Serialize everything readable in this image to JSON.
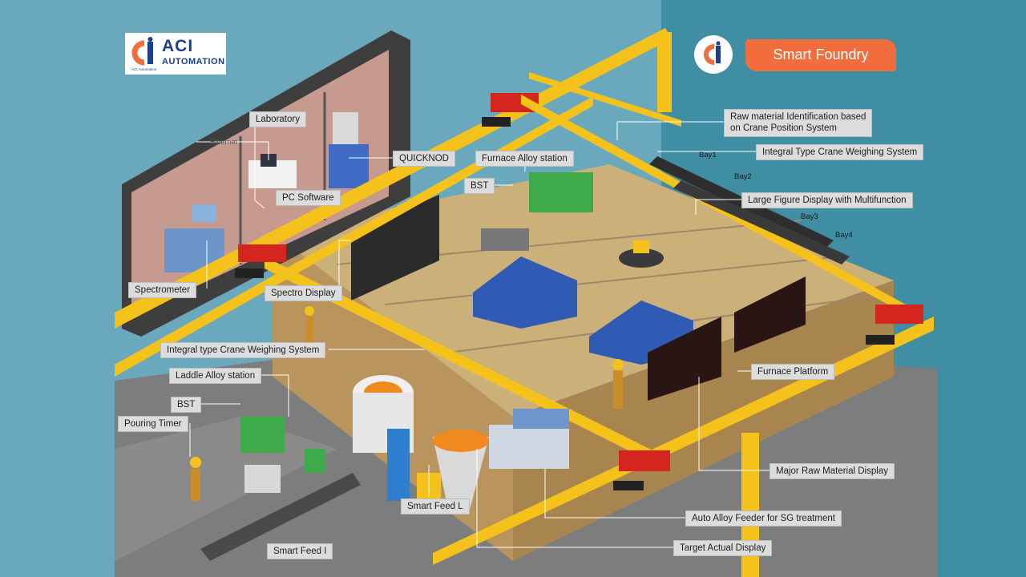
{
  "header": {
    "logo_brand": "ACI",
    "logo_sub": "AUTOMATION",
    "logo_tiny": "ACI Automation",
    "title": "Smart Foundry"
  },
  "labels": {
    "laboratory": "Laboratory",
    "ethernet": "Ethernet",
    "pc_software": "PC Software",
    "quicknod": "QUICKNOD",
    "spectrometer": "Spectrometer",
    "spectro_display": "Spectro Display",
    "furnace_alloy_station": "Furnace Alloy station",
    "bst_top": "BST",
    "raw_material_identification": "Raw material Identification based\non Crane Position System",
    "integral_crane_weighing_top": "Integral Type Crane Weighing System",
    "large_figure_display": "Large Figure Display with Multifunction",
    "integral_crane_weighing_mid": "Integral type Crane Weighing System",
    "laddle_alloy_station": "Laddle Alloy station",
    "bst_bottom": "BST",
    "pouring_timer": "Pouring Timer",
    "furnace_platform": "Furnace Platform",
    "major_raw_material_display": "Major Raw Material Display",
    "auto_alloy_feeder": "Auto Alloy Feeder for SG treatment",
    "smart_feed_l": "Smart Feed L",
    "smart_feed_i": "Smart Feed I",
    "target_actual_display": "Target Actual Display"
  },
  "bays": [
    "Bay1",
    "Bay2",
    "Bay3",
    "Bay4"
  ],
  "colors": {
    "background_left": "#6aa9bd",
    "background_right": "#3f8ea3",
    "crane_yellow": "#f5c21b",
    "crane_red": "#d4261f",
    "platform": "#c6ad78",
    "floor_gray": "#808080",
    "accent_orange": "#f26d3d",
    "brand_blue": "#1d3f8f"
  }
}
